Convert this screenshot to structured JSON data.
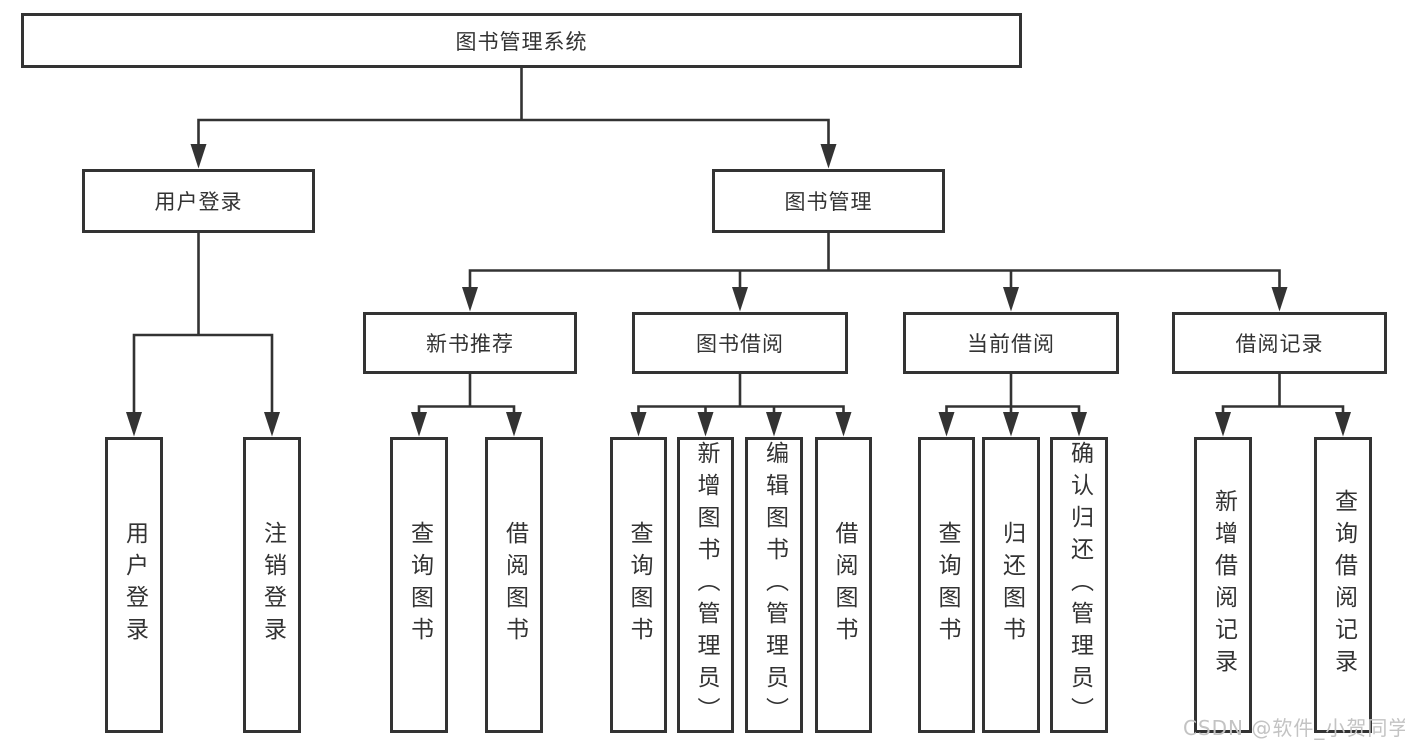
{
  "nodes": {
    "root": "图书管理系统",
    "user_login": "用户登录",
    "book_mgmt": "图书管理",
    "new_book_rec": "新书推荐",
    "book_borrow": "图书借阅",
    "current_borrow": "当前借阅",
    "borrow_record": "借阅记录"
  },
  "leaves": {
    "user_login": [
      "用户登录",
      "注销登录"
    ],
    "new_book_rec": [
      "查询图书",
      "借阅图书"
    ],
    "book_borrow": [
      "查询图书",
      "新增图书（管理员）",
      "编辑图书（管理员）",
      "借阅图书"
    ],
    "current_borrow": [
      "查询图书",
      "归还图书",
      "确认归还（管理员）"
    ],
    "borrow_record": [
      "新增借阅记录",
      "查询借阅记录"
    ]
  },
  "watermark": "CSDN @软件_小贺同学",
  "colors": {
    "line": "#333333",
    "text": "#333333",
    "watermark": "#c3c3c3",
    "background": "#ffffff"
  }
}
